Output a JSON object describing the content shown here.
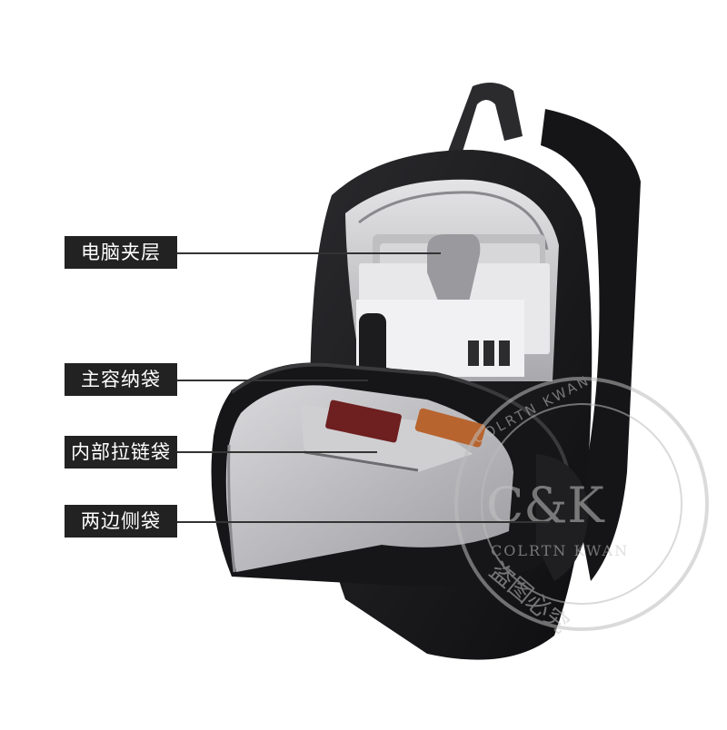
{
  "callouts": [
    {
      "text": "电脑夹层"
    },
    {
      "text": "主容纳袋"
    },
    {
      "text": "内部拉链袋"
    },
    {
      "text": "两边侧袋"
    }
  ],
  "watermark": {
    "brand": "C&K",
    "ring_text": "COLRTN KWAN",
    "sub_text": "COLRTN KWAN",
    "chinese_text": "盗图必究"
  },
  "colors": {
    "label_bg": "#222222",
    "label_text": "#ffffff",
    "bag": "#1b1b1d",
    "lining": "#c9c9cc",
    "watermark": "#bdbdbd"
  }
}
